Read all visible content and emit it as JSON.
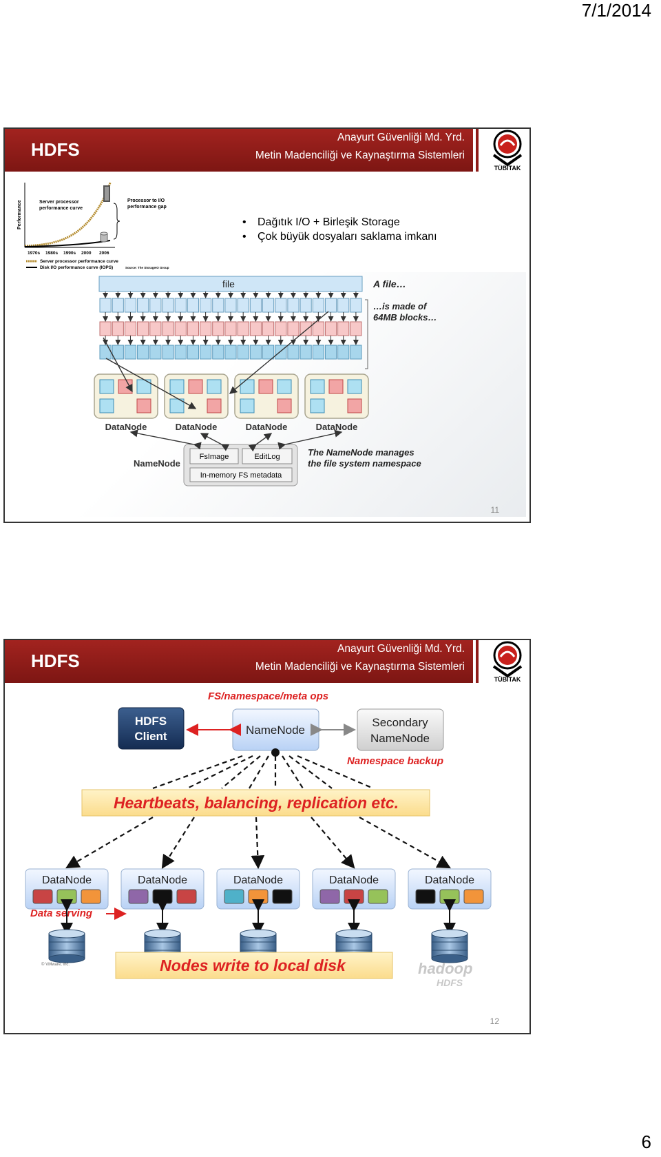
{
  "page": {
    "date": "7/1/2014",
    "page_number": "6"
  },
  "slides": [
    {
      "title": "HDFS",
      "org_line1": "Anayurt Güvenliği Md. Yrd.",
      "org_line2": "Metin Madenciliği ve Kaynaştırma Sistemleri",
      "logo_text": "TÜBİTAK",
      "number": "11",
      "bullets": [
        "Dağıtık I/O + Birleşik Storage",
        "Çok büyük dosyaları saklama imkanı"
      ],
      "perf_chart": {
        "ylabel": "Performance",
        "label_server": "Server processor performance curve",
        "label_gap": "Processor to I/O performance gap",
        "x_ticks": [
          "1970s",
          "1980s",
          "1990s",
          "2000",
          "2006"
        ],
        "legend_server": "Server processor performance curve",
        "legend_disk": "Disk I/O performance curve (IOPS)",
        "source": "Source: The StorageIO Group"
      },
      "hdfs_fig": {
        "file_label": "file",
        "afile": "A file…",
        "blocks_note_1": "…is made of",
        "blocks_note_2": "64MB blocks…",
        "datanode": "DataNode",
        "namenode": "NameNode",
        "fsimage": "FsImage",
        "editlog": "EditLog",
        "inmemory": "In-memory FS metadata",
        "ns_note_1": "The NameNode manages",
        "ns_note_2": "the file system namespace"
      }
    },
    {
      "title": "HDFS",
      "org_line1": "Anayurt Güvenliği Md. Yrd.",
      "org_line2": "Metin Madenciliği ve Kaynaştırma Sistemleri",
      "logo_text": "TÜBİTAK",
      "number": "12",
      "arch": {
        "fs_ops": "FS/namespace/meta ops",
        "client_1": "HDFS",
        "client_2": "Client",
        "namenode": "NameNode",
        "secondary_1": "Secondary",
        "secondary_2": "NameNode",
        "ns_backup": "Namespace backup",
        "heartbeats": "Heartbeats, balancing, replication etc.",
        "datanode": "DataNode",
        "data_serving": "Data serving",
        "write_disk": "Nodes write to local disk",
        "copyright": "© VMware, Inc.",
        "hadoop": "hadoop",
        "hdfs_logo": "HDFS"
      }
    }
  ]
}
